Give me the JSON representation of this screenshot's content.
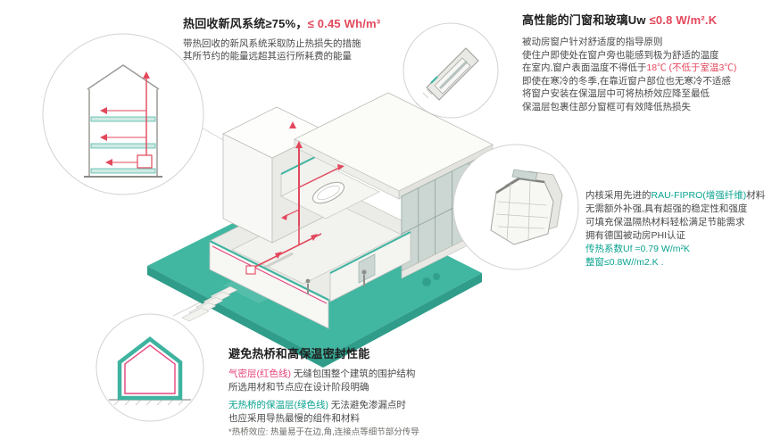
{
  "colors": {
    "teal": "#3eb3a0",
    "teal_dark": "#2f9d8a",
    "red": "#e2485c",
    "magenta": "#e5447e",
    "green": "#0aa390",
    "glass": "#ccd7d3",
    "circle_border": "#d2d2d0"
  },
  "ventilation": {
    "title_black": "热回收新风系统≥75%，",
    "title_red": "≤ 0.45 Wh/m³",
    "line1": "带热回收的新风系统采取防止热损失的措施",
    "line2": "其所节约的能量远超其运行所耗费的能量"
  },
  "windows": {
    "title_black": "高性能的门窗和玻璃Uw ",
    "title_red": "≤0.8 W/m².K",
    "line1": "被动房窗户针对舒适度的指导原则",
    "line2": "使住户即使处在窗户旁也能感到极为舒适的温度",
    "line3_black": "在室内,窗户表面温度不得低于",
    "line3_red": "18℃ (不低于室温3℃)",
    "line4": "即使在寒冷的冬季,在靠近窗户部位也无寒冷不适感",
    "line5": "将窗户安装在保温层中可将热桥效应降至最低",
    "line6": "保温层包裹住部分窗框可有效降低热损失"
  },
  "profile": {
    "line1_black1": "内核采用先进的",
    "line1_green": "RAU-FIPRO(增强纤维)",
    "line1_black2": "材料",
    "line2": "无需额外补强,具有超强的稳定性和强度",
    "line3": "可填充保温隔热材料轻松满足节能需求",
    "line4": "拥有德国被动房PHI认证",
    "line5": "传热系数Uf =0.79 W/m²K",
    "line6": "整窗≤0.8W//m2.K ."
  },
  "thermal": {
    "title": "避免热桥和高保温密封性能",
    "line1_magenta": "气密层(红色线)",
    "line1_black": " 无缝包围整个建筑的围护结构",
    "line2": "所选用材和节点应在设计阶段明确",
    "line3_green": "无热桥的保温层(绿色线)",
    "line3_black": " 无法避免渗漏点时",
    "line4": "也应采用导热最慢的组件和材料",
    "note": "*热桥效应: 热量易于在边,角,连接点等细节部分传导"
  }
}
